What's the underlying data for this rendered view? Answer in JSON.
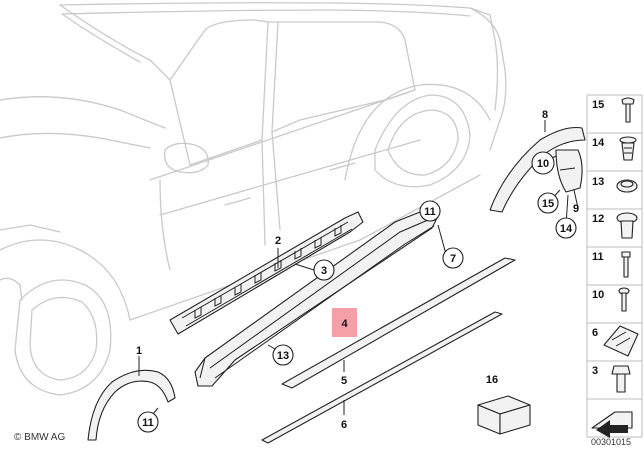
{
  "diagram": {
    "callouts": {
      "c1": "1",
      "c2": "2",
      "c3": "3",
      "c4": "4",
      "c5": "5",
      "c6": "6",
      "c7": "7",
      "c8": "8",
      "c9": "9",
      "c10": "10",
      "c11a": "11",
      "c11b": "11",
      "c13": "13",
      "c14": "14",
      "c15": "15"
    },
    "highlight_color": "#f4a0a6",
    "sidebar": [
      {
        "num": "15",
        "icon": "screw-icon"
      },
      {
        "num": "14",
        "icon": "expanding-rivet-icon"
      },
      {
        "num": "13",
        "icon": "clip-icon"
      },
      {
        "num": "12",
        "icon": "expanding-rivet-icon"
      },
      {
        "num": "11",
        "icon": "screw-icon"
      },
      {
        "num": "10",
        "icon": "rivet-icon"
      },
      {
        "num": "6",
        "icon": "clamp-icon"
      },
      {
        "num": "3",
        "icon": "bolt-icon"
      }
    ],
    "box_16": "16",
    "copyright": "© BMW AG",
    "doc_number": "00301015"
  }
}
